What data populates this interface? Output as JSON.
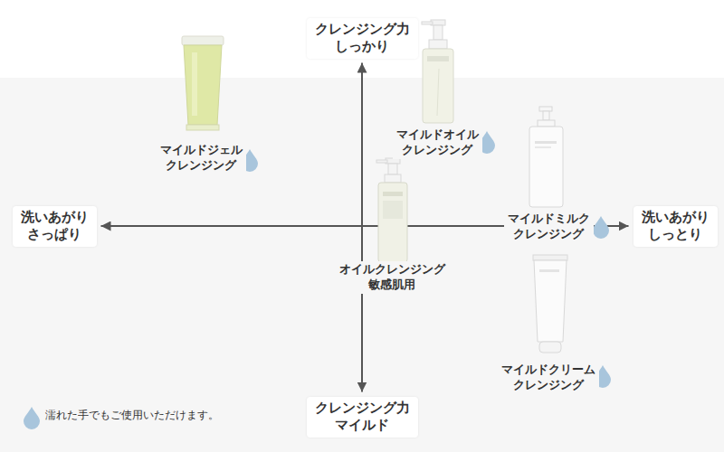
{
  "diagram": {
    "nodes": [
      {
        "text": [
          "クレンジング力 しっかり"
        ]
      },
      {
        "text": [
          "洗いあがり さっぱり"
        ]
      },
      {
        "text": [
          "洗いあがり しっとり"
        ]
      },
      {
        "text": [
          "クレンジング力 マイルド"
        ]
      }
    ],
    "edges": [
      {
        "from": 1,
        "to": 2,
        "arrow": "both"
      },
      {
        "from": 0,
        "to": 3,
        "arrow": "both"
      }
    ],
    "labels": [
      "マイルドジェル クレンジング",
      "マイルドオイル クレンジング",
      "マイルドミルク クレンジング",
      "オイルクレンジング 敏感肌用",
      "マイルドクリーム クレンジング"
    ],
    "legend": [
      {
        "text": "濡れた手でもご使用いただけます。"
      }
    ]
  }
}
